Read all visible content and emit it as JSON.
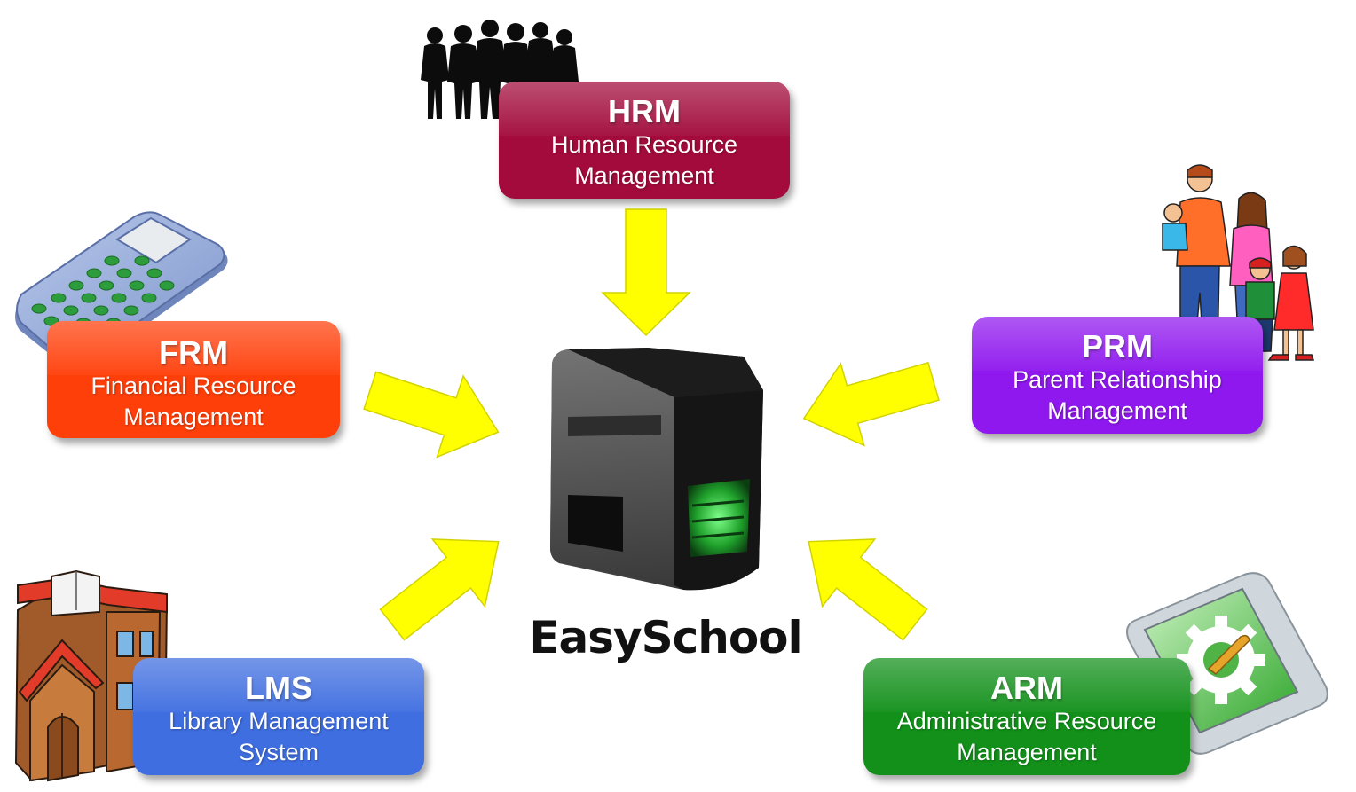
{
  "center": {
    "title": "EasySchool",
    "icon": "server-device-icon"
  },
  "modules": {
    "hrm": {
      "abbr": "HRM",
      "line1": "Human Resource",
      "line2": "Management",
      "color": "#a20b3c",
      "icon": "people-silhouettes-icon"
    },
    "frm": {
      "abbr": "FRM",
      "line1": "Financial Resource",
      "line2": "Management",
      "color": "#ff3f0a",
      "icon": "calculator-icon"
    },
    "prm": {
      "abbr": "PRM",
      "line1": "Parent Relationship",
      "line2": "Management",
      "color": "#8f18ee",
      "icon": "family-icon"
    },
    "lms": {
      "abbr": "LMS",
      "line1": "Library Management",
      "line2": "System",
      "color": "#3f6ee0",
      "icon": "library-building-icon"
    },
    "arm": {
      "abbr": "ARM",
      "line1": "Administrative Resource",
      "line2": "Management",
      "color": "#12901a",
      "icon": "settings-tablet-icon"
    }
  },
  "arrow_color": "#ffff00"
}
